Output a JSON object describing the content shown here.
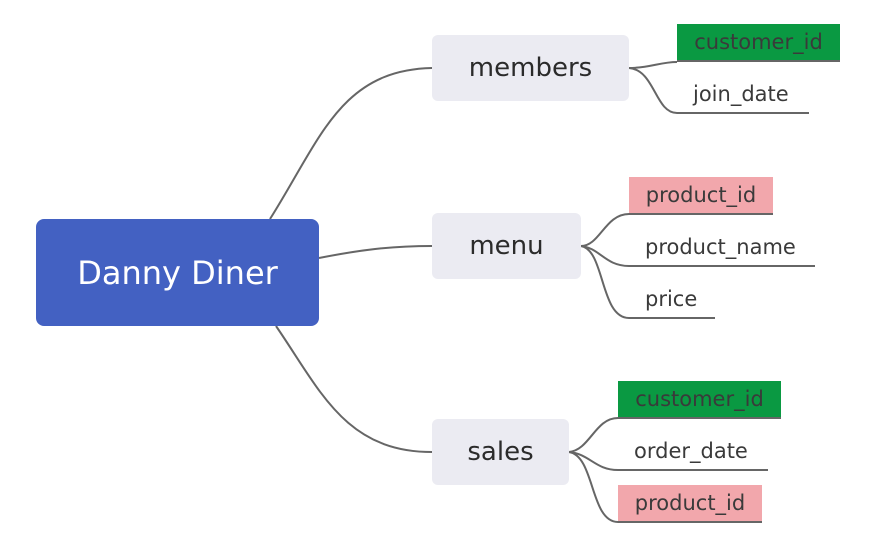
{
  "root": {
    "label": "Danny Diner"
  },
  "tables": [
    {
      "label": "members",
      "fields": [
        {
          "label": "customer_id",
          "key": "foreign"
        },
        {
          "label": "join_date",
          "key": "none"
        }
      ]
    },
    {
      "label": "menu",
      "fields": [
        {
          "label": "product_id",
          "key": "primary"
        },
        {
          "label": "product_name",
          "key": "none"
        },
        {
          "label": "price",
          "key": "none"
        }
      ]
    },
    {
      "label": "sales",
      "fields": [
        {
          "label": "customer_id",
          "key": "foreign"
        },
        {
          "label": "order_date",
          "key": "none"
        },
        {
          "label": "product_id",
          "key": "primary"
        }
      ]
    }
  ],
  "colors": {
    "root_fill": "#4361c2",
    "table_fill": "#ebebf2",
    "green_badge": "#0a9942",
    "pink_badge": "#f2a7ac",
    "connector": "#666666"
  }
}
